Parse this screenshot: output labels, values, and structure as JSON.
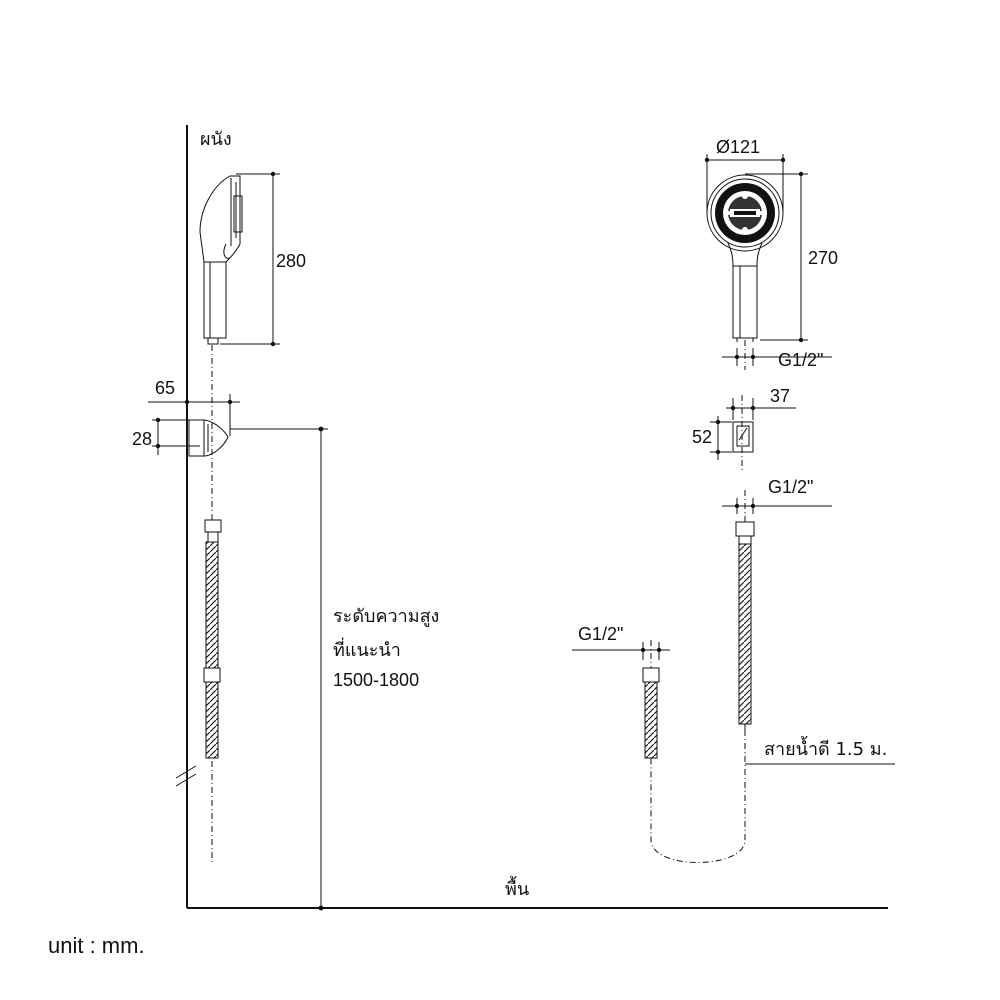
{
  "labels": {
    "wall": "ผนัง",
    "floor": "พื้น",
    "recommended_height_line1": "ระดับความสูง",
    "recommended_height_line2": "ที่แนะนำ",
    "recommended_height_value": "1500-1800",
    "hose_length": "สายน้ำดี 1.5 ม.",
    "unit": "unit : mm."
  },
  "dimensions": {
    "handshower_side_length": "280",
    "holder_projection": "65",
    "holder_height": "28",
    "head_diameter": "Ø121",
    "handshower_front_length": "270",
    "thread_handshower": "G1/2\"",
    "holder_width": "37",
    "holder_front_height": "52",
    "thread_hose_top": "G1/2\"",
    "thread_hose_bottom": "G1/2\""
  }
}
